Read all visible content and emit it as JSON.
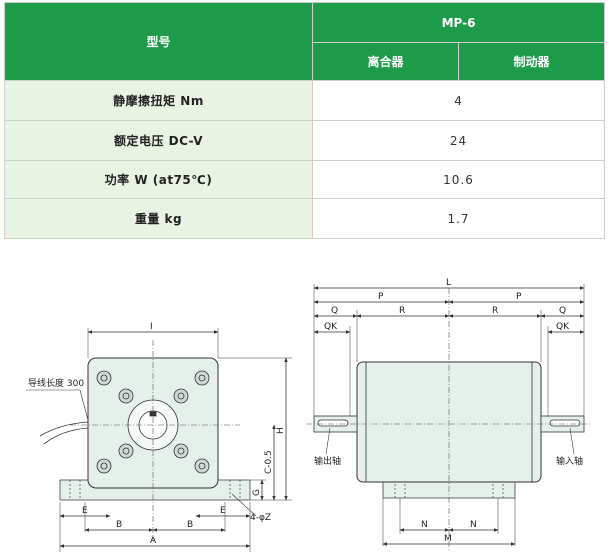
{
  "table": {
    "header_model": "型号",
    "header_product": "MP-6",
    "sub_clutch": "离合器",
    "sub_brake": "制动器",
    "rows": [
      {
        "label": "静摩擦扭矩 Nm",
        "value": "4"
      },
      {
        "label": "额定电压 DC-V",
        "value": "24"
      },
      {
        "label": "功率 W (at75℃)",
        "value": "10.6"
      },
      {
        "label": "重量 kg",
        "value": "1.7"
      }
    ]
  },
  "drawing": {
    "lead_wire": "导线长度 300",
    "dim_I": "I",
    "dim_E_left": "E",
    "dim_E_right": "E",
    "dim_B_left": "B",
    "dim_B_right": "B",
    "dim_A": "A",
    "dim_G": "G",
    "dim_H": "H",
    "dim_C": "C-0.5",
    "dim_Z": "4-φZ",
    "dim_L": "L",
    "dim_P_left": "P",
    "dim_P_right": "P",
    "dim_Q_left": "Q",
    "dim_Q_right": "Q",
    "dim_QK_left": "QK",
    "dim_QK_right": "QK",
    "dim_R_left": "R",
    "dim_R_right": "R",
    "dim_N_left": "N",
    "dim_N_right": "N",
    "dim_M": "M",
    "output_shaft": "输出轴",
    "input_shaft": "输入轴"
  }
}
